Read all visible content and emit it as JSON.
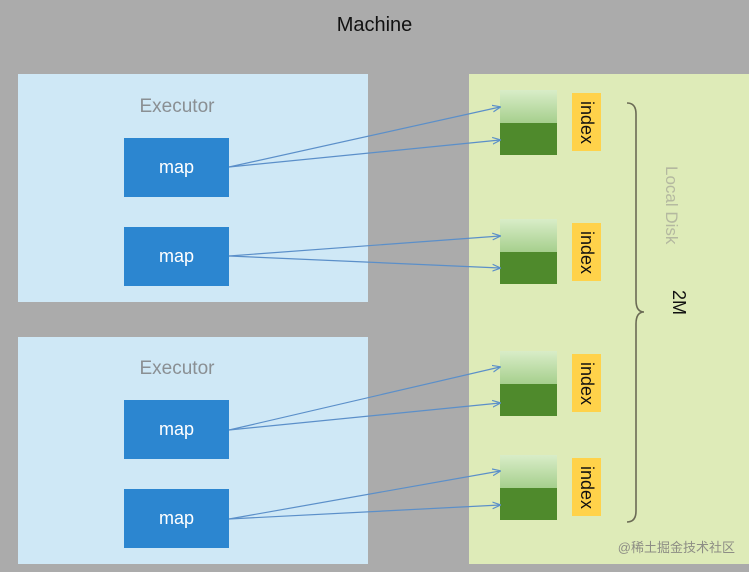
{
  "title": "Machine",
  "executors": [
    {
      "label": "Executor",
      "maps": [
        "map",
        "map"
      ]
    },
    {
      "label": "Executor",
      "maps": [
        "map",
        "map"
      ]
    }
  ],
  "disk": {
    "label": "Local Disk",
    "size": "2M",
    "index_labels": [
      "index",
      "index",
      "index",
      "index"
    ]
  },
  "watermark": "@稀土掘金技术社区",
  "colors": {
    "background": "#ababab",
    "executor": "#cfe8f6",
    "map": "#2c86d0",
    "disk": "#deebb8",
    "index": "#ffd24a",
    "block_dark": "#4f8a2c",
    "arrow": "#5b8fc9"
  }
}
